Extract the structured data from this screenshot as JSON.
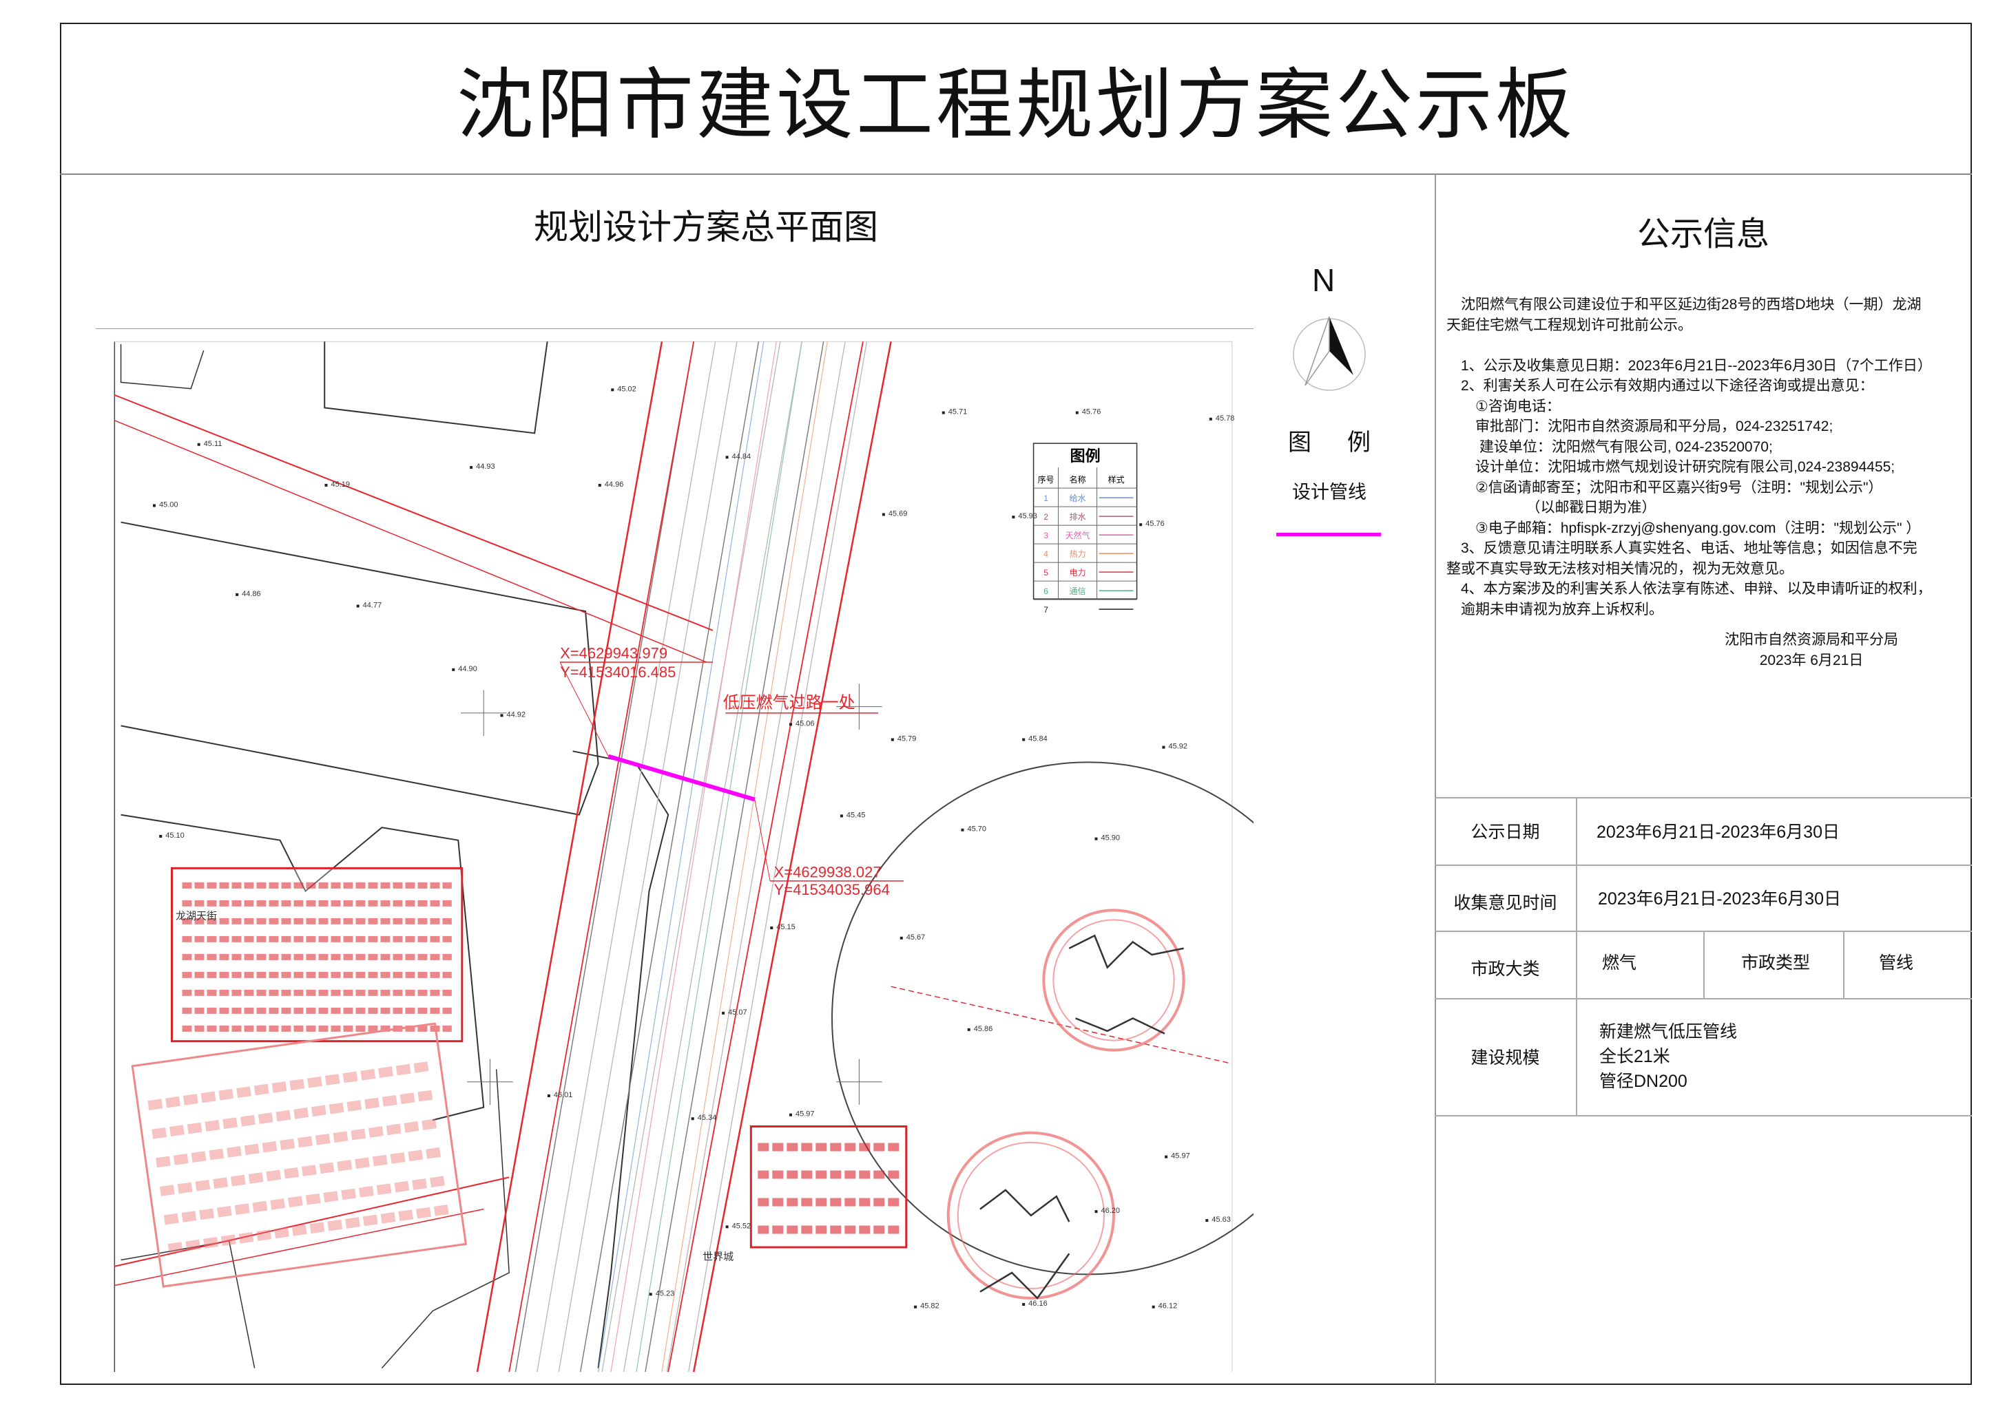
{
  "header": {
    "title": "沈阳市建设工程规划方案公示板"
  },
  "plan": {
    "title": "规划设计方案总平面图",
    "annotation": "低压燃气过路一处",
    "start_point": {
      "x": "X=4629943.979",
      "y": "Y=41534016.485"
    },
    "end_point": {
      "x": "X=4629938.027",
      "y": "Y=41534035.964"
    },
    "place_names": [
      "世界城",
      "龙湖天街"
    ],
    "elevations": [
      "45.71",
      "45.76",
      "45.78",
      "45.69",
      "45.93",
      "45.76",
      "44.86",
      "44.77",
      "45.02",
      "44.84",
      "44.96",
      "45.00",
      "45.11",
      "45.19",
      "44.93",
      "44.92",
      "44.90",
      "45.06",
      "45.79",
      "45.84",
      "45.92",
      "45.45",
      "45.70",
      "45.90",
      "45.10",
      "45.67",
      "45.15",
      "45.07",
      "45.86",
      "46.01",
      "45.97",
      "45.34",
      "45.52",
      "46.20",
      "45.97",
      "45.63",
      "45.23",
      "45.82",
      "46.16",
      "46.12"
    ],
    "map_legend": {
      "title": "图例",
      "headers": [
        "序号",
        "名称",
        "样式"
      ],
      "rows": [
        {
          "no": "1",
          "name": "给水",
          "color": "#6a8fd0"
        },
        {
          "no": "2",
          "name": "排水",
          "color": "#b05a7a"
        },
        {
          "no": "3",
          "name": "天然气",
          "color": "#e060b0"
        },
        {
          "no": "4",
          "name": "热力",
          "color": "#f08a60"
        },
        {
          "no": "5",
          "name": "电力",
          "color": "#e03040"
        },
        {
          "no": "6",
          "name": "通信",
          "color": "#50b080"
        },
        {
          "no": "7",
          "name": "",
          "color": "#222222"
        }
      ]
    },
    "colors": {
      "red_line": "#e8262e",
      "gas_line": "#ff00ff",
      "stamp": "#d9232a"
    }
  },
  "north": {
    "label": "N"
  },
  "legend": {
    "title_a": "图",
    "title_b": "例",
    "item_label": "设计管线",
    "item_color": "#ff00ff"
  },
  "info": {
    "title": "公示信息",
    "lines": [
      "　沈阳燃气有限公司建设位于和平区延边街28号的西塔D地块（一期）龙湖",
      "天鉅住宅燃气工程规划许可批前公示。",
      "",
      "　1、公示及收集意见日期：2023年6月21日--2023年6月30日（7个工作日）",
      "　2、利害关系人可在公示有效期内通过以下途径咨询或提出意见：",
      "　　①咨询电话：",
      "　　审批部门：沈阳市自然资源局和平分局，024-23251742;",
      "　　 建设单位：沈阳燃气有限公司, 024-23520070;",
      "　　设计单位：沈阳城市燃气规划设计研究院有限公司,024-23894455;",
      "　　②信函请邮寄至；沈阳市和平区嘉兴街9号（注明：\"规划公示\"）",
      "　　　　　　（以邮戳日期为准）",
      "　　③电子邮箱：hpfispk-zrzyj@shenyang.gov.com（注明：\"规划公示\" ）",
      "　3、反馈意见请注明联系人真实姓名、电话、地址等信息；如因信息不完",
      "整或不真实导致无法核对相关情况的，视为无效意见。",
      "　4、本方案涉及的利害关系人依法享有陈述、申辩、以及申请听证的权利，",
      "　逾期未申请视为放弃上诉权利。"
    ],
    "signature": "沈阳市自然资源局和平分局",
    "signature_date": "2023年 6月21日"
  },
  "table": {
    "publicity_date_label": "公示日期",
    "publicity_date_value": "2023年6月21日-2023年6月30日",
    "feedback_label": "收集意见时间",
    "feedback_value": "2023年6月21日-2023年6月30日",
    "category_label": "市政大类",
    "category_value": "燃气",
    "type_label": "市政类型",
    "type_value": "管线",
    "scale_label": "建设规模",
    "scale_lines": [
      "新建燃气低压管线",
      "全长21米",
      "管径DN200"
    ]
  }
}
